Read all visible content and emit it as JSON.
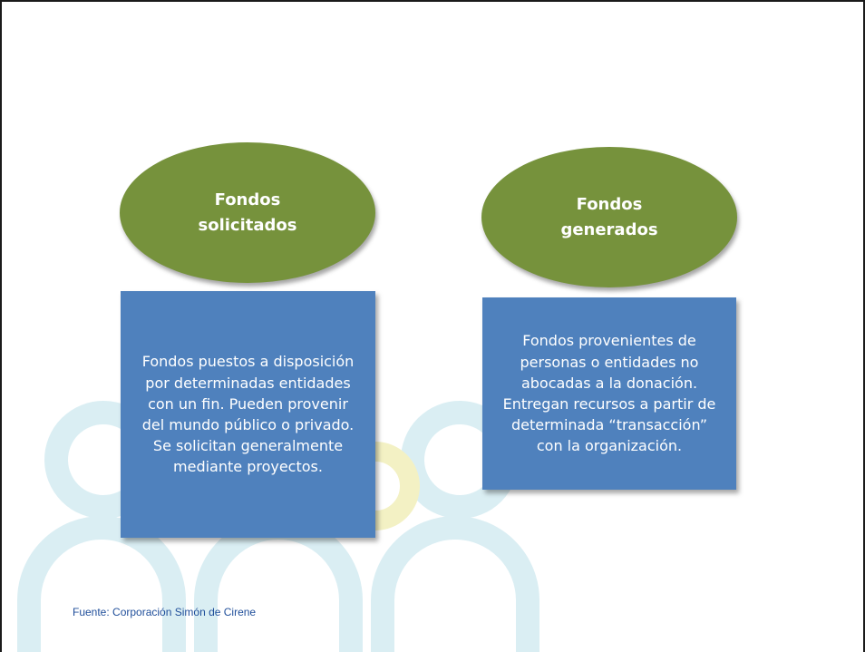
{
  "colors": {
    "ellipse_fill": "#76923c",
    "box_fill": "#4f81bd",
    "watermark_teal": "#daeef3",
    "watermark_yellow": "#f3f1c4",
    "source_text": "#1f4e9a"
  },
  "diagram": {
    "left": {
      "heading": "Fondos\nsolicitados",
      "description": "Fondos puestos a disposición\npor determinadas entidades\ncon un fin. Pueden provenir\ndel mundo público o privado.\nSe solicitan generalmente\nmediante proyectos."
    },
    "right": {
      "heading": "Fondos\ngenerados",
      "description": "Fondos provenientes de\npersonas o entidades no\nabocadas a la donación.\nEntregan recursos a partir de\ndeterminada  “transacción”\ncon la organización."
    }
  },
  "source": "Fuente: Corporación Simón de Cirene"
}
